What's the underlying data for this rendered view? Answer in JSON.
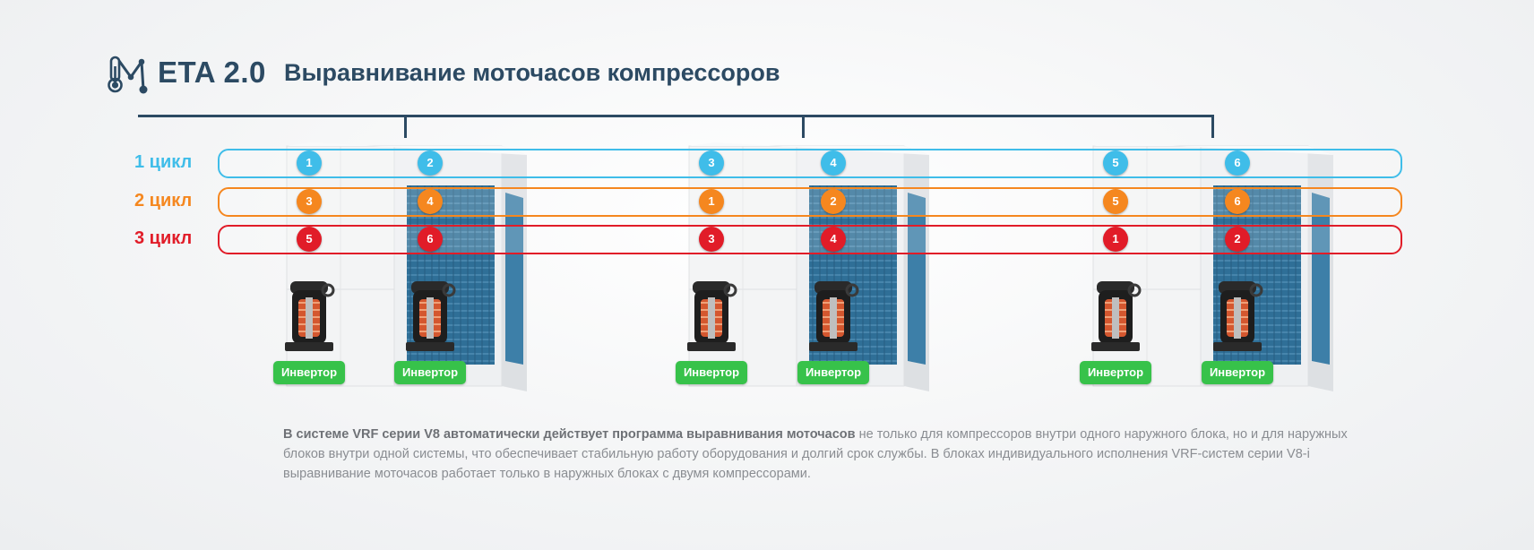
{
  "header": {
    "brand": "ETA 2.0",
    "title": "Выравнивание моточасов компрессоров",
    "logo_icon": "thermometer-molecule-icon"
  },
  "colors": {
    "primary": "#2c4a63",
    "cycle1": "#3fbde9",
    "cycle2": "#f5871f",
    "cycle3": "#e11c28",
    "inverter": "#37c24a"
  },
  "cycles": [
    {
      "label": "1 цикл",
      "color": "#3fbde9",
      "numbers": [
        "1",
        "2",
        "3",
        "4",
        "5",
        "6"
      ]
    },
    {
      "label": "2 цикл",
      "color": "#f5871f",
      "numbers": [
        "3",
        "4",
        "1",
        "2",
        "5",
        "6"
      ]
    },
    {
      "label": "3 цикл",
      "color": "#e11c28",
      "numbers": [
        "5",
        "6",
        "3",
        "4",
        "1",
        "2"
      ]
    }
  ],
  "units": [
    {
      "compressors": [
        {
          "label": "Инвертор"
        },
        {
          "label": "Инвертор"
        }
      ]
    },
    {
      "compressors": [
        {
          "label": "Инвертор"
        },
        {
          "label": "Инвертор"
        }
      ]
    },
    {
      "compressors": [
        {
          "label": "Инвертор"
        },
        {
          "label": "Инвертор"
        }
      ]
    }
  ],
  "description": {
    "bold": "В системе VRF серии V8 автоматически действует программа выравнивания моточасов",
    "rest": " не только для компрессоров внутри одного наружного блока, но и для наружных блоков внутри одной системы, что обеспечивает стабильную работу оборудования и долгий срок службы. В блоках индивидуального исполнения VRF-систем серии V8-i выравнивание моточасов работает только в наружных блоках с двумя компрессорами."
  }
}
